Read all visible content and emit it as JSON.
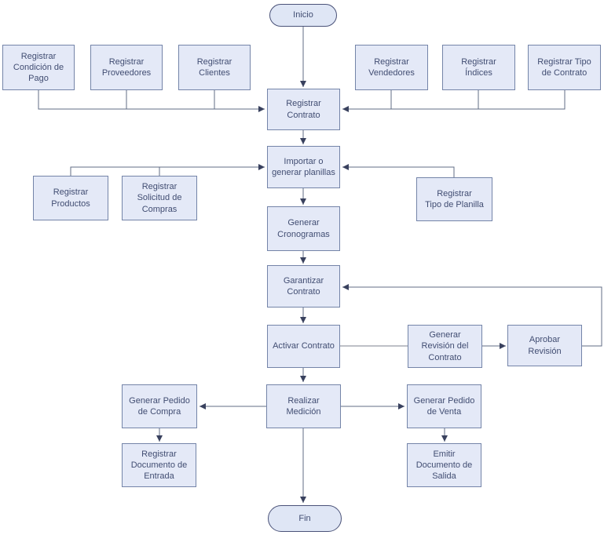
{
  "diagram_type": "flowchart",
  "language": "es",
  "nodes": {
    "inicio": "Inicio",
    "registrar_condicion_pago": "Registrar\nCondición de\nPago",
    "registrar_proveedores": "Registrar\nProveedores",
    "registrar_clientes": "Registrar\nClientes",
    "registrar_vendedores": "Registrar\nVendedores",
    "registrar_indices": "Registrar\nÍndices",
    "registrar_tipo_contrato": "Registrar Tipo\nde Contrato",
    "registrar_contrato": "Registrar\nContrato",
    "importar_generar_planillas": "Importar o\ngenerar planillas",
    "registrar_productos": "Registrar\nProductos",
    "registrar_solicitud_compras": "Registrar\nSolicitud de\nCompras",
    "registrar_tipo_planilla": "Registrar\nTipo de Planilla",
    "generar_cronogramas": "Generar\nCronogramas",
    "garantizar_contrato": "Garantizar\nContrato",
    "activar_contrato": "Activar Contrato",
    "generar_revision_contrato": "Generar\nRevisión del\nContrato",
    "aprobar_revision": "Aprobar\nRevisión",
    "realizar_medicion": "Realizar\nMedición",
    "generar_pedido_compra": "Generar Pedido\nde Compra",
    "generar_pedido_venta": "Generar Pedido\nde Venta",
    "registrar_documento_entrada": "Registrar\nDocumento de\nEntrada",
    "emitir_documento_salida": "Emitir\nDocumento de\nSalida",
    "fin": "Fin"
  },
  "edges": [
    {
      "from": "inicio",
      "to": "registrar_contrato",
      "arrow": true
    },
    {
      "from": "registrar_condicion_pago",
      "to": "registrar_contrato",
      "arrow": true
    },
    {
      "from": "registrar_proveedores",
      "to": "registrar_contrato",
      "arrow": true
    },
    {
      "from": "registrar_clientes",
      "to": "registrar_contrato",
      "arrow": true
    },
    {
      "from": "registrar_vendedores",
      "to": "registrar_contrato",
      "arrow": true
    },
    {
      "from": "registrar_indices",
      "to": "registrar_contrato",
      "arrow": true
    },
    {
      "from": "registrar_tipo_contrato",
      "to": "registrar_contrato",
      "arrow": true
    },
    {
      "from": "registrar_contrato",
      "to": "importar_generar_planillas",
      "arrow": true
    },
    {
      "from": "registrar_productos",
      "to": "importar_generar_planillas",
      "arrow": true
    },
    {
      "from": "registrar_solicitud_compras",
      "to": "importar_generar_planillas",
      "arrow": true
    },
    {
      "from": "registrar_tipo_planilla",
      "to": "importar_generar_planillas",
      "arrow": true
    },
    {
      "from": "importar_generar_planillas",
      "to": "generar_cronogramas",
      "arrow": true
    },
    {
      "from": "generar_cronogramas",
      "to": "garantizar_contrato",
      "arrow": true
    },
    {
      "from": "garantizar_contrato",
      "to": "activar_contrato",
      "arrow": true
    },
    {
      "from": "activar_contrato",
      "to": "generar_revision_contrato",
      "arrow": false
    },
    {
      "from": "generar_revision_contrato",
      "to": "aprobar_revision",
      "arrow": true
    },
    {
      "from": "aprobar_revision",
      "to": "garantizar_contrato",
      "arrow": true
    },
    {
      "from": "activar_contrato",
      "to": "realizar_medicion",
      "arrow": true
    },
    {
      "from": "realizar_medicion",
      "to": "generar_pedido_compra",
      "arrow": true
    },
    {
      "from": "realizar_medicion",
      "to": "generar_pedido_venta",
      "arrow": true
    },
    {
      "from": "realizar_medicion",
      "to": "fin",
      "arrow": true
    },
    {
      "from": "generar_pedido_compra",
      "to": "registrar_documento_entrada",
      "arrow": true
    },
    {
      "from": "generar_pedido_venta",
      "to": "emitir_documento_salida",
      "arrow": true
    }
  ],
  "colors": {
    "node_fill": "#e4e9f7",
    "node_border": "#7484a8",
    "terminator_fill": "#dfe6f5",
    "terminator_border": "#4a5278",
    "text": "#414d72",
    "line": "#616c85",
    "arrowhead": "#39415e",
    "background": "#ffffff"
  }
}
